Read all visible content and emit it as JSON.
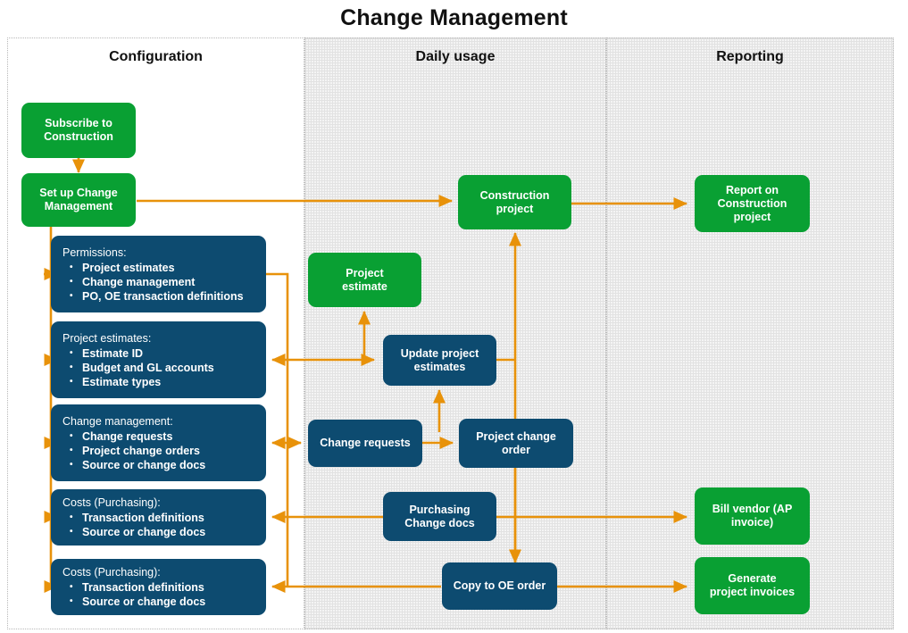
{
  "title": "Change Management",
  "colors": {
    "green": "#09a033",
    "blue": "#0d4b70",
    "arrow": "#e8920a",
    "lane_border": "#b8b8b8",
    "lane_fill": "#f4f4f4",
    "text": "#111111"
  },
  "lanes": [
    {
      "id": "configuration",
      "title": "Configuration",
      "shaded": false
    },
    {
      "id": "daily-usage",
      "title": "Daily usage",
      "shaded": true
    },
    {
      "id": "reporting",
      "title": "Reporting",
      "shaded": true
    }
  ],
  "nodes": {
    "subscribe_construction": {
      "label": "Subscribe to\nConstruction",
      "type": "green"
    },
    "setup_change_mgmt": {
      "label": "Set up Change\nManagement",
      "type": "green"
    },
    "permissions": {
      "type": "blue-list",
      "head": "Permissions:",
      "items": [
        "Project estimates",
        "Change management",
        "PO, OE transaction definitions"
      ]
    },
    "project_estimates": {
      "type": "blue-list",
      "head": "Project estimates:",
      "items": [
        "Estimate ID",
        "Budget and GL accounts",
        "Estimate types"
      ]
    },
    "change_management": {
      "type": "blue-list",
      "head": "Change management:",
      "items": [
        "Change requests",
        "Project change orders",
        "Source or change docs"
      ]
    },
    "costs_purchasing_1": {
      "type": "blue-list",
      "head": "Costs  (Purchasing):",
      "items": [
        "Transaction definitions",
        "Source or change docs"
      ]
    },
    "costs_purchasing_2": {
      "type": "blue-list",
      "head": "Costs  (Purchasing):",
      "items": [
        "Transaction definitions",
        "Source or change docs"
      ]
    },
    "construction_project": {
      "label": "Construction\nproject",
      "type": "green"
    },
    "project_estimate": {
      "label": "Project\nestimate",
      "type": "green"
    },
    "update_project_estimates": {
      "label": "Update project\nestimates",
      "type": "blue"
    },
    "change_requests": {
      "label": "Change requests",
      "type": "blue"
    },
    "project_change_order": {
      "label": "Project change\norder",
      "type": "blue"
    },
    "purchasing_change_docs": {
      "label": "Purchasing\nChange docs",
      "type": "blue"
    },
    "copy_to_oe_order": {
      "label": "Copy to OE order",
      "type": "blue"
    },
    "report_construction": {
      "label": "Report on\nConstruction\nproject",
      "type": "green"
    },
    "bill_vendor": {
      "label": "Bill vendor (AP\ninvoice)",
      "type": "green"
    },
    "generate_invoices": {
      "label": "Generate\nproject invoices",
      "type": "green"
    }
  }
}
